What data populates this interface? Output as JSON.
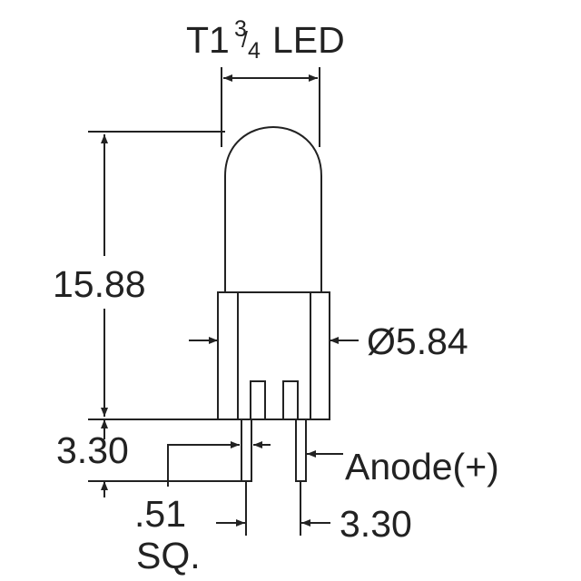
{
  "title": {
    "prefix": "T1",
    "frac_num": "3",
    "frac_slash": "/",
    "frac_den": "4",
    "suffix": "LED"
  },
  "dimensions": {
    "height_total": "15.88",
    "lead_length": "3.30",
    "diameter": "Ø5.84",
    "lead_square": ".51",
    "lead_square_unit": "SQ.",
    "lead_spacing": "3.30"
  },
  "pin_label": "Anode(+)",
  "colors": {
    "ink": "#222222",
    "background": "#ffffff"
  }
}
